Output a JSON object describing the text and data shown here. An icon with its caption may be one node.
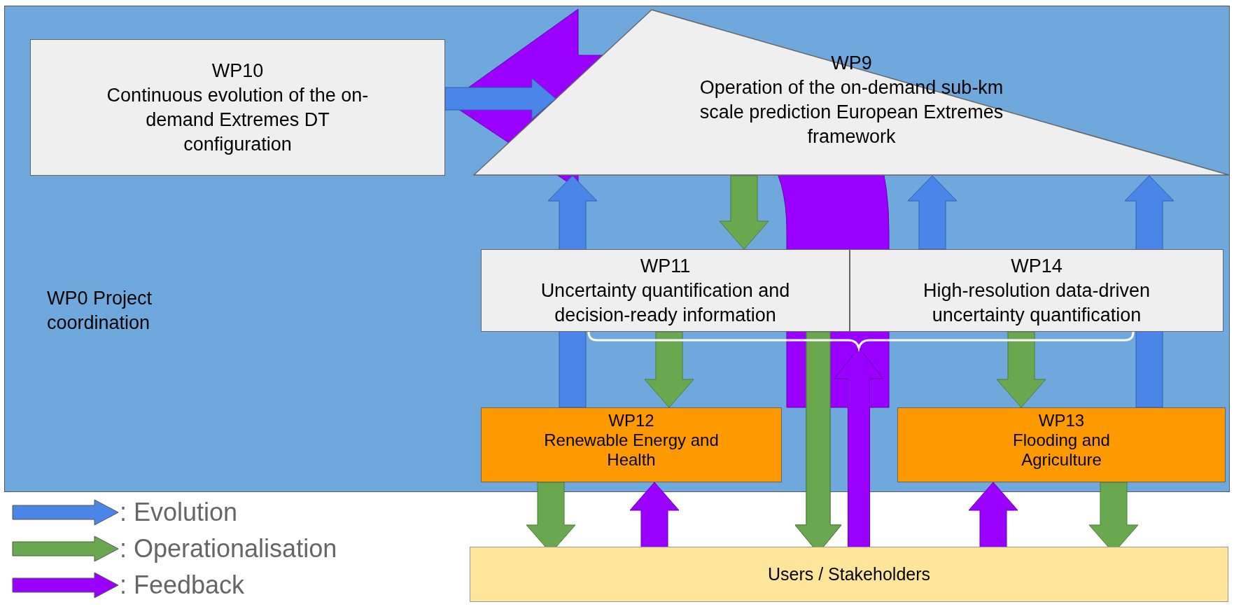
{
  "diagram": {
    "nodes": [
      {
        "text": [
          "WP0 Project coordination"
        ]
      },
      {
        "text": [
          "WP10",
          "Continuous evolution of the on-demand Extremes DT configuration"
        ],
        "in": 0
      },
      {
        "text": [
          "WP9",
          "Operation of the on-demand sub-km scale prediction European Extremes framework"
        ],
        "in": 0
      },
      {
        "text": [
          "WP11",
          "Uncertainty quantification and decision-ready information"
        ],
        "in": 0
      },
      {
        "text": [
          "WP14",
          "High-resolution data-driven uncertainty quantification"
        ],
        "in": 0
      },
      {
        "text": [
          "WP12",
          "Renewable Energy and Health"
        ],
        "in": 0
      },
      {
        "text": [
          "WP13",
          "Flooding and Agriculture"
        ],
        "in": 0
      },
      {
        "text": [
          "Users / Stakeholders"
        ]
      }
    ],
    "edges": [
      {
        "from": 1,
        "to": 2,
        "arrow": "to",
        "color": "#4a86e8"
      },
      {
        "from": 5,
        "to": 2,
        "arrow": "to",
        "color": "#4a86e8"
      },
      {
        "from": 6,
        "to": 2,
        "arrow": "to",
        "color": "#4a86e8"
      },
      {
        "from": 4,
        "to": 2,
        "arrow": "to",
        "color": "#4a86e8"
      },
      {
        "from": 2,
        "to": 3,
        "arrow": "to"
      },
      {
        "from": 3,
        "to": 5,
        "arrow": "to"
      },
      {
        "from": 4,
        "to": 6,
        "arrow": "to"
      },
      {
        "from": 5,
        "to": 7,
        "arrow": "to"
      },
      {
        "from": 7,
        "to": 5,
        "arrow": "to",
        "color": "#9900ff"
      },
      {
        "from": 7,
        "to": 6,
        "arrow": "to",
        "color": "#9900ff"
      },
      {
        "from": 6,
        "to": 7,
        "arrow": "to"
      },
      {
        "from": 3,
        "to": 7,
        "arrow": "to"
      },
      {
        "from": 4,
        "to": 7,
        "arrow": "to"
      },
      {
        "from": 7,
        "to": 3,
        "arrow": "to",
        "color": "#9900ff"
      },
      {
        "from": 7,
        "to": 4,
        "arrow": "to",
        "color": "#9900ff"
      },
      {
        "from": null,
        "to": 1,
        "arrow": "to",
        "color": "#9900ff"
      }
    ],
    "legend": [
      {
        "text": ": Evolution",
        "color": "#4a86e8"
      },
      {
        "text": ": Operationalisation",
        "color": "#6aa84f"
      },
      {
        "text": ": Feedback",
        "color": "#9900ff"
      }
    ]
  }
}
